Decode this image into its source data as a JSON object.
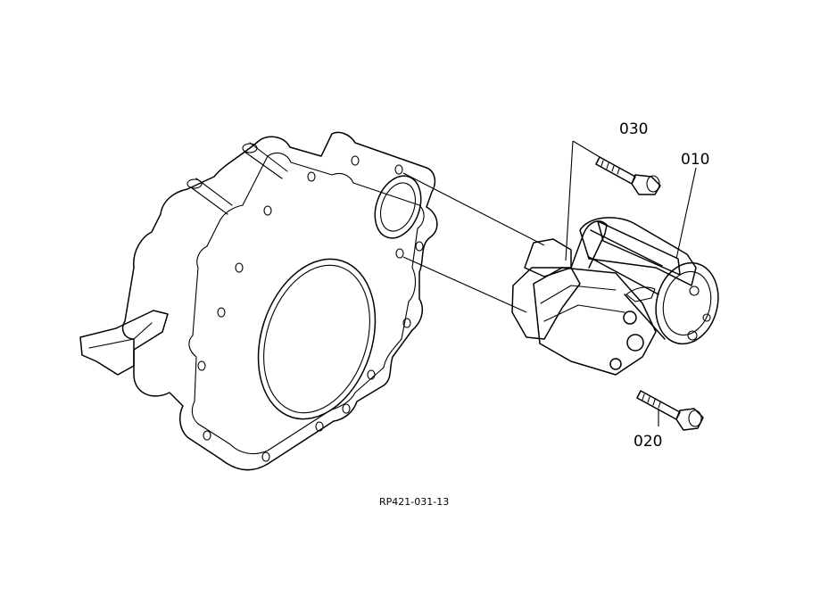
{
  "parts": [
    {
      "id": "010",
      "label": "010"
    },
    {
      "id": "020",
      "label": "020"
    },
    {
      "id": "030",
      "label": "030"
    }
  ],
  "figure_code": "RP421-031-13",
  "colors": {
    "background": "#ffffff",
    "ink": "#000000"
  }
}
